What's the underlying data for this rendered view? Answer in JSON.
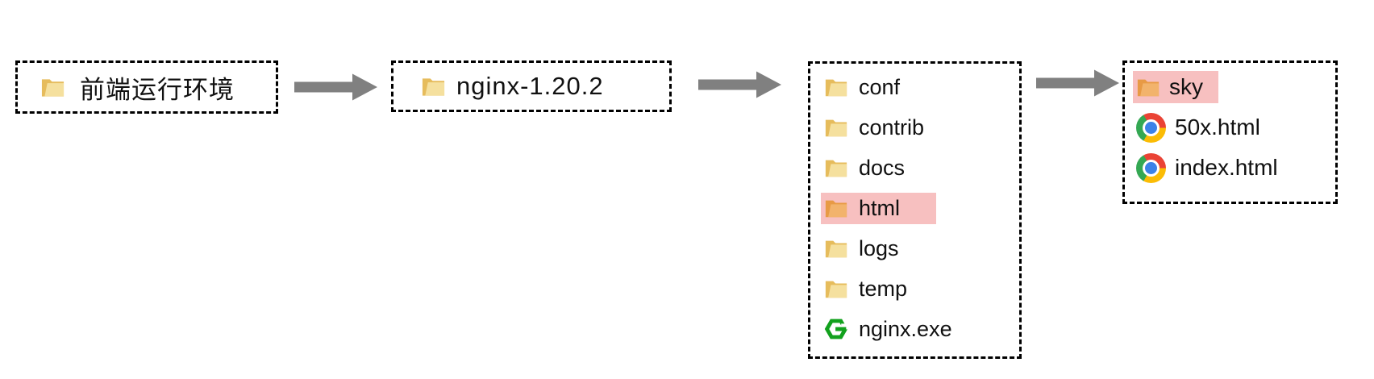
{
  "box1": {
    "label": "前端运行环境",
    "icon": "folder"
  },
  "box2": {
    "label": "nginx-1.20.2",
    "icon": "folder"
  },
  "box3": {
    "items": [
      {
        "label": "conf",
        "icon": "folder",
        "highlighted": false
      },
      {
        "label": "contrib",
        "icon": "folder",
        "highlighted": false
      },
      {
        "label": "docs",
        "icon": "folder",
        "highlighted": false
      },
      {
        "label": "html",
        "icon": "folder",
        "highlighted": true
      },
      {
        "label": "logs",
        "icon": "folder",
        "highlighted": false
      },
      {
        "label": "temp",
        "icon": "folder",
        "highlighted": false
      },
      {
        "label": "nginx.exe",
        "icon": "nginx",
        "highlighted": false
      }
    ]
  },
  "box4": {
    "items": [
      {
        "label": "sky",
        "icon": "folder",
        "highlighted": true
      },
      {
        "label": "50x.html",
        "icon": "chrome",
        "highlighted": false
      },
      {
        "label": "index.html",
        "icon": "chrome",
        "highlighted": false
      }
    ]
  },
  "colors": {
    "highlight": "#F7C0C0",
    "arrow": "#808080",
    "border": "#000000",
    "text": "#111111",
    "folder_back": "#E6BC5C",
    "folder_front": "#F5E09E",
    "folder_back_highlighted": "#E89A45",
    "folder_front_highlighted": "#F2B36C",
    "nginx_green": "#12A11D",
    "chrome_red": "#EA4335",
    "chrome_yellow": "#FBBC05",
    "chrome_green": "#34A853",
    "chrome_blue": "#3B82E8"
  }
}
